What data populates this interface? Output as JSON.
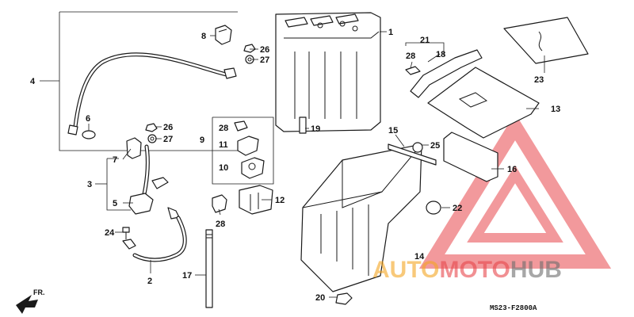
{
  "diagram": {
    "code": "MS23-F2800A",
    "direction_label": "FR.",
    "callouts": [
      {
        "id": "c1",
        "text": "1"
      },
      {
        "id": "c2",
        "text": "2"
      },
      {
        "id": "c3",
        "text": "3"
      },
      {
        "id": "c4",
        "text": "4"
      },
      {
        "id": "c5",
        "text": "5"
      },
      {
        "id": "c6",
        "text": "6"
      },
      {
        "id": "c7",
        "text": "7"
      },
      {
        "id": "c8",
        "text": "8"
      },
      {
        "id": "c9",
        "text": "9"
      },
      {
        "id": "c10",
        "text": "10"
      },
      {
        "id": "c11",
        "text": "11"
      },
      {
        "id": "c12",
        "text": "12"
      },
      {
        "id": "c13",
        "text": "13"
      },
      {
        "id": "c14",
        "text": "14"
      },
      {
        "id": "c15",
        "text": "15"
      },
      {
        "id": "c16",
        "text": "16"
      },
      {
        "id": "c17",
        "text": "17"
      },
      {
        "id": "c18",
        "text": "18"
      },
      {
        "id": "c19",
        "text": "19"
      },
      {
        "id": "c20",
        "text": "20"
      },
      {
        "id": "c21",
        "text": "21"
      },
      {
        "id": "c22",
        "text": "22"
      },
      {
        "id": "c23",
        "text": "23"
      },
      {
        "id": "c24",
        "text": "24"
      },
      {
        "id": "c25",
        "text": "25"
      },
      {
        "id": "c26a",
        "text": "26"
      },
      {
        "id": "c26b",
        "text": "26"
      },
      {
        "id": "c27a",
        "text": "27"
      },
      {
        "id": "c27b",
        "text": "27"
      },
      {
        "id": "c28a",
        "text": "28"
      },
      {
        "id": "c28b",
        "text": "28"
      },
      {
        "id": "c28c",
        "text": "28"
      }
    ]
  },
  "watermark": {
    "part1": "AUTO",
    "part2": "MOTO",
    "part3": "HUB",
    "color_orange": "#f5a623",
    "color_red": "#e8474c",
    "color_gray": "#6d6d6d"
  }
}
